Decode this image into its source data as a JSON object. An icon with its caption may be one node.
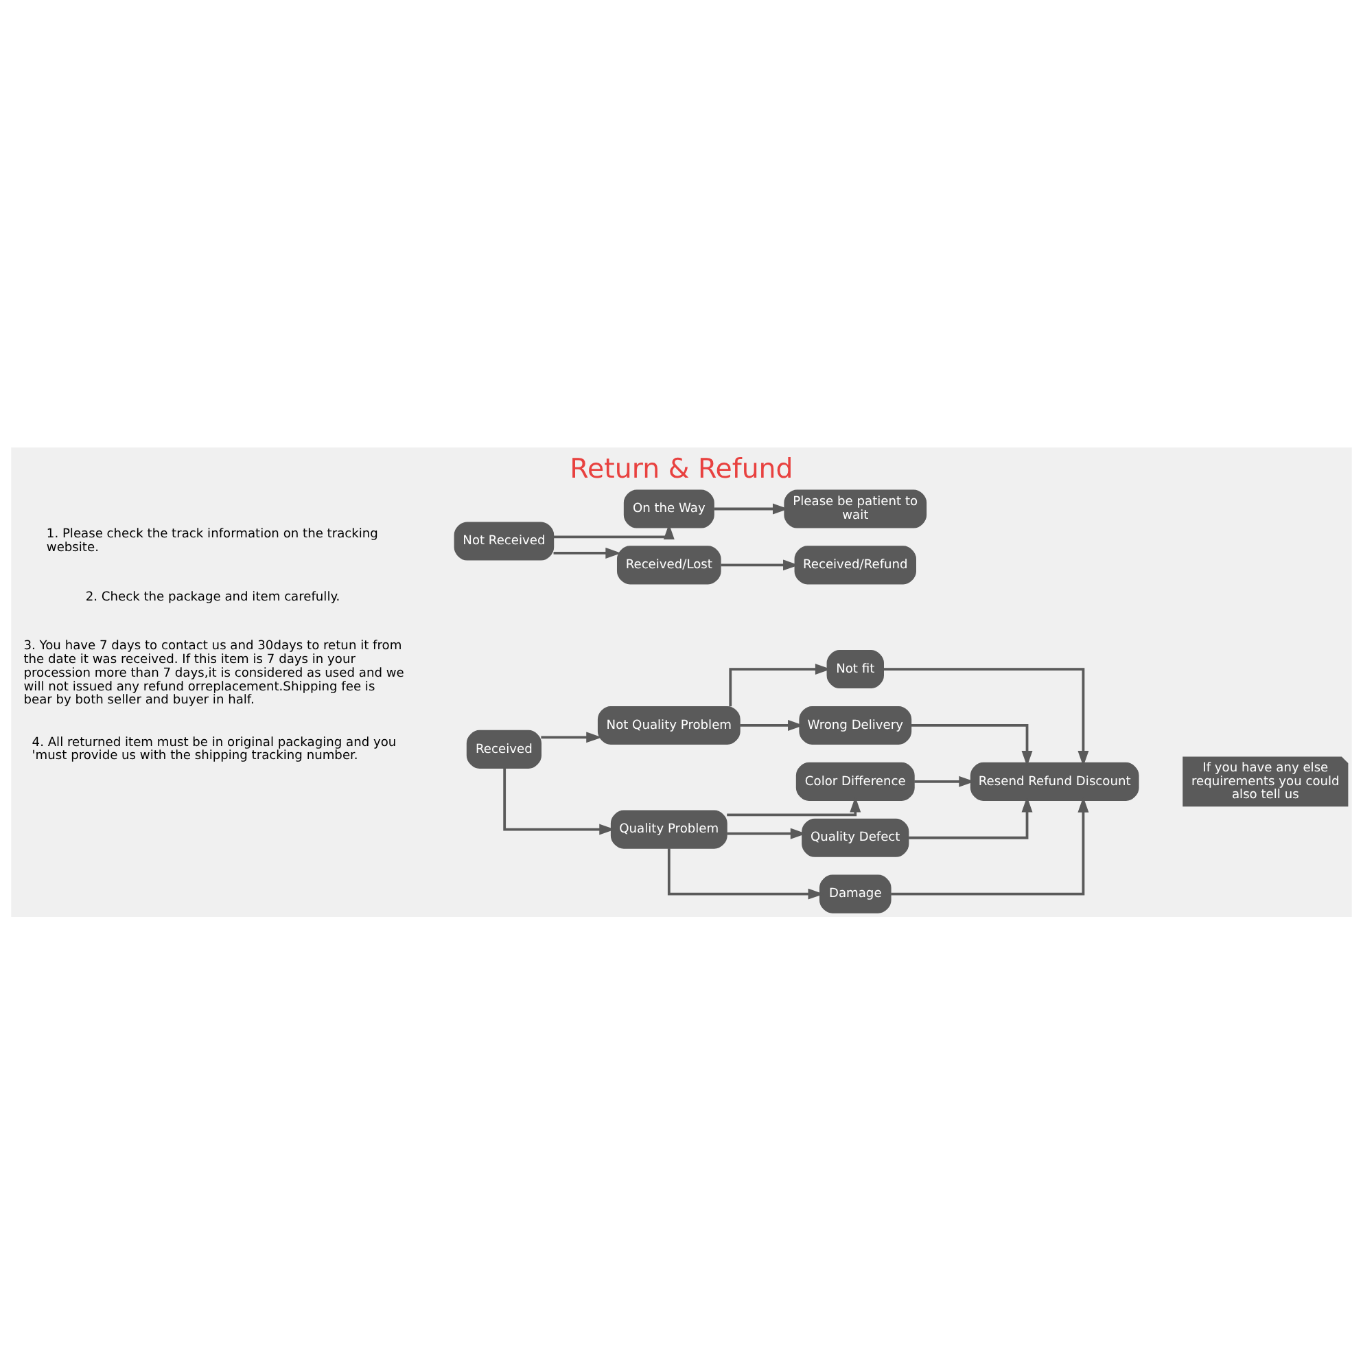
{
  "diagram": {
    "title": "Return & Refund",
    "nodes": [
      {
        "text": [
          "Not Received"
        ]
      },
      {
        "text": [
          "On the Way"
        ]
      },
      {
        "text": [
          "Please be patient to wait"
        ]
      },
      {
        "text": [
          "Received/Lost"
        ]
      },
      {
        "text": [
          "Received/Refund"
        ]
      },
      {
        "text": [
          "Received"
        ]
      },
      {
        "text": [
          "Not Quality Problem"
        ]
      },
      {
        "text": [
          "Quality Problem"
        ]
      },
      {
        "text": [
          "Not fit"
        ]
      },
      {
        "text": [
          "Wrong Delivery"
        ]
      },
      {
        "text": [
          "Color Difference"
        ]
      },
      {
        "text": [
          "Quality Defect"
        ]
      },
      {
        "text": [
          "Damage"
        ]
      },
      {
        "text": [
          "Resend Refund Discount"
        ]
      },
      {
        "text": [
          "If you have any else requirements you could also tell us"
        ]
      }
    ],
    "edges": [
      {
        "from": 0,
        "to": 1,
        "arrow": "to"
      },
      {
        "from": 0,
        "to": 3,
        "arrow": "to"
      },
      {
        "from": 1,
        "to": 2,
        "arrow": "to"
      },
      {
        "from": 3,
        "to": 4,
        "arrow": "to"
      },
      {
        "from": 5,
        "to": 6,
        "arrow": "to"
      },
      {
        "from": 5,
        "to": 7,
        "arrow": "to"
      },
      {
        "from": 6,
        "to": 8,
        "arrow": "to"
      },
      {
        "from": 6,
        "to": 9,
        "arrow": "to"
      },
      {
        "from": 7,
        "to": 10,
        "arrow": "to"
      },
      {
        "from": 7,
        "to": 11,
        "arrow": "to"
      },
      {
        "from": 7,
        "to": 12,
        "arrow": "to"
      },
      {
        "from": 8,
        "to": 13,
        "arrow": "to"
      },
      {
        "from": 9,
        "to": 13,
        "arrow": "to"
      },
      {
        "from": 10,
        "to": 13,
        "arrow": "to"
      },
      {
        "from": 11,
        "to": 13,
        "arrow": "to"
      },
      {
        "from": 12,
        "to": 13,
        "arrow": "to"
      }
    ],
    "labels": [
      "1. Please check the track information on the tracking website.",
      "2. Check the package and item carefully.",
      "3. You have 7 days to contact us and 30days to retun it from the date it was received. If this item is 7 days in your procession more than 7 days,it is considered as used and we will not issued any refund orreplacement.Shipping fee is bear by both seller and buyer in half.",
      "4. All returned item must be in original packaging and you 'must provide us with the shipping tracking number."
    ]
  }
}
